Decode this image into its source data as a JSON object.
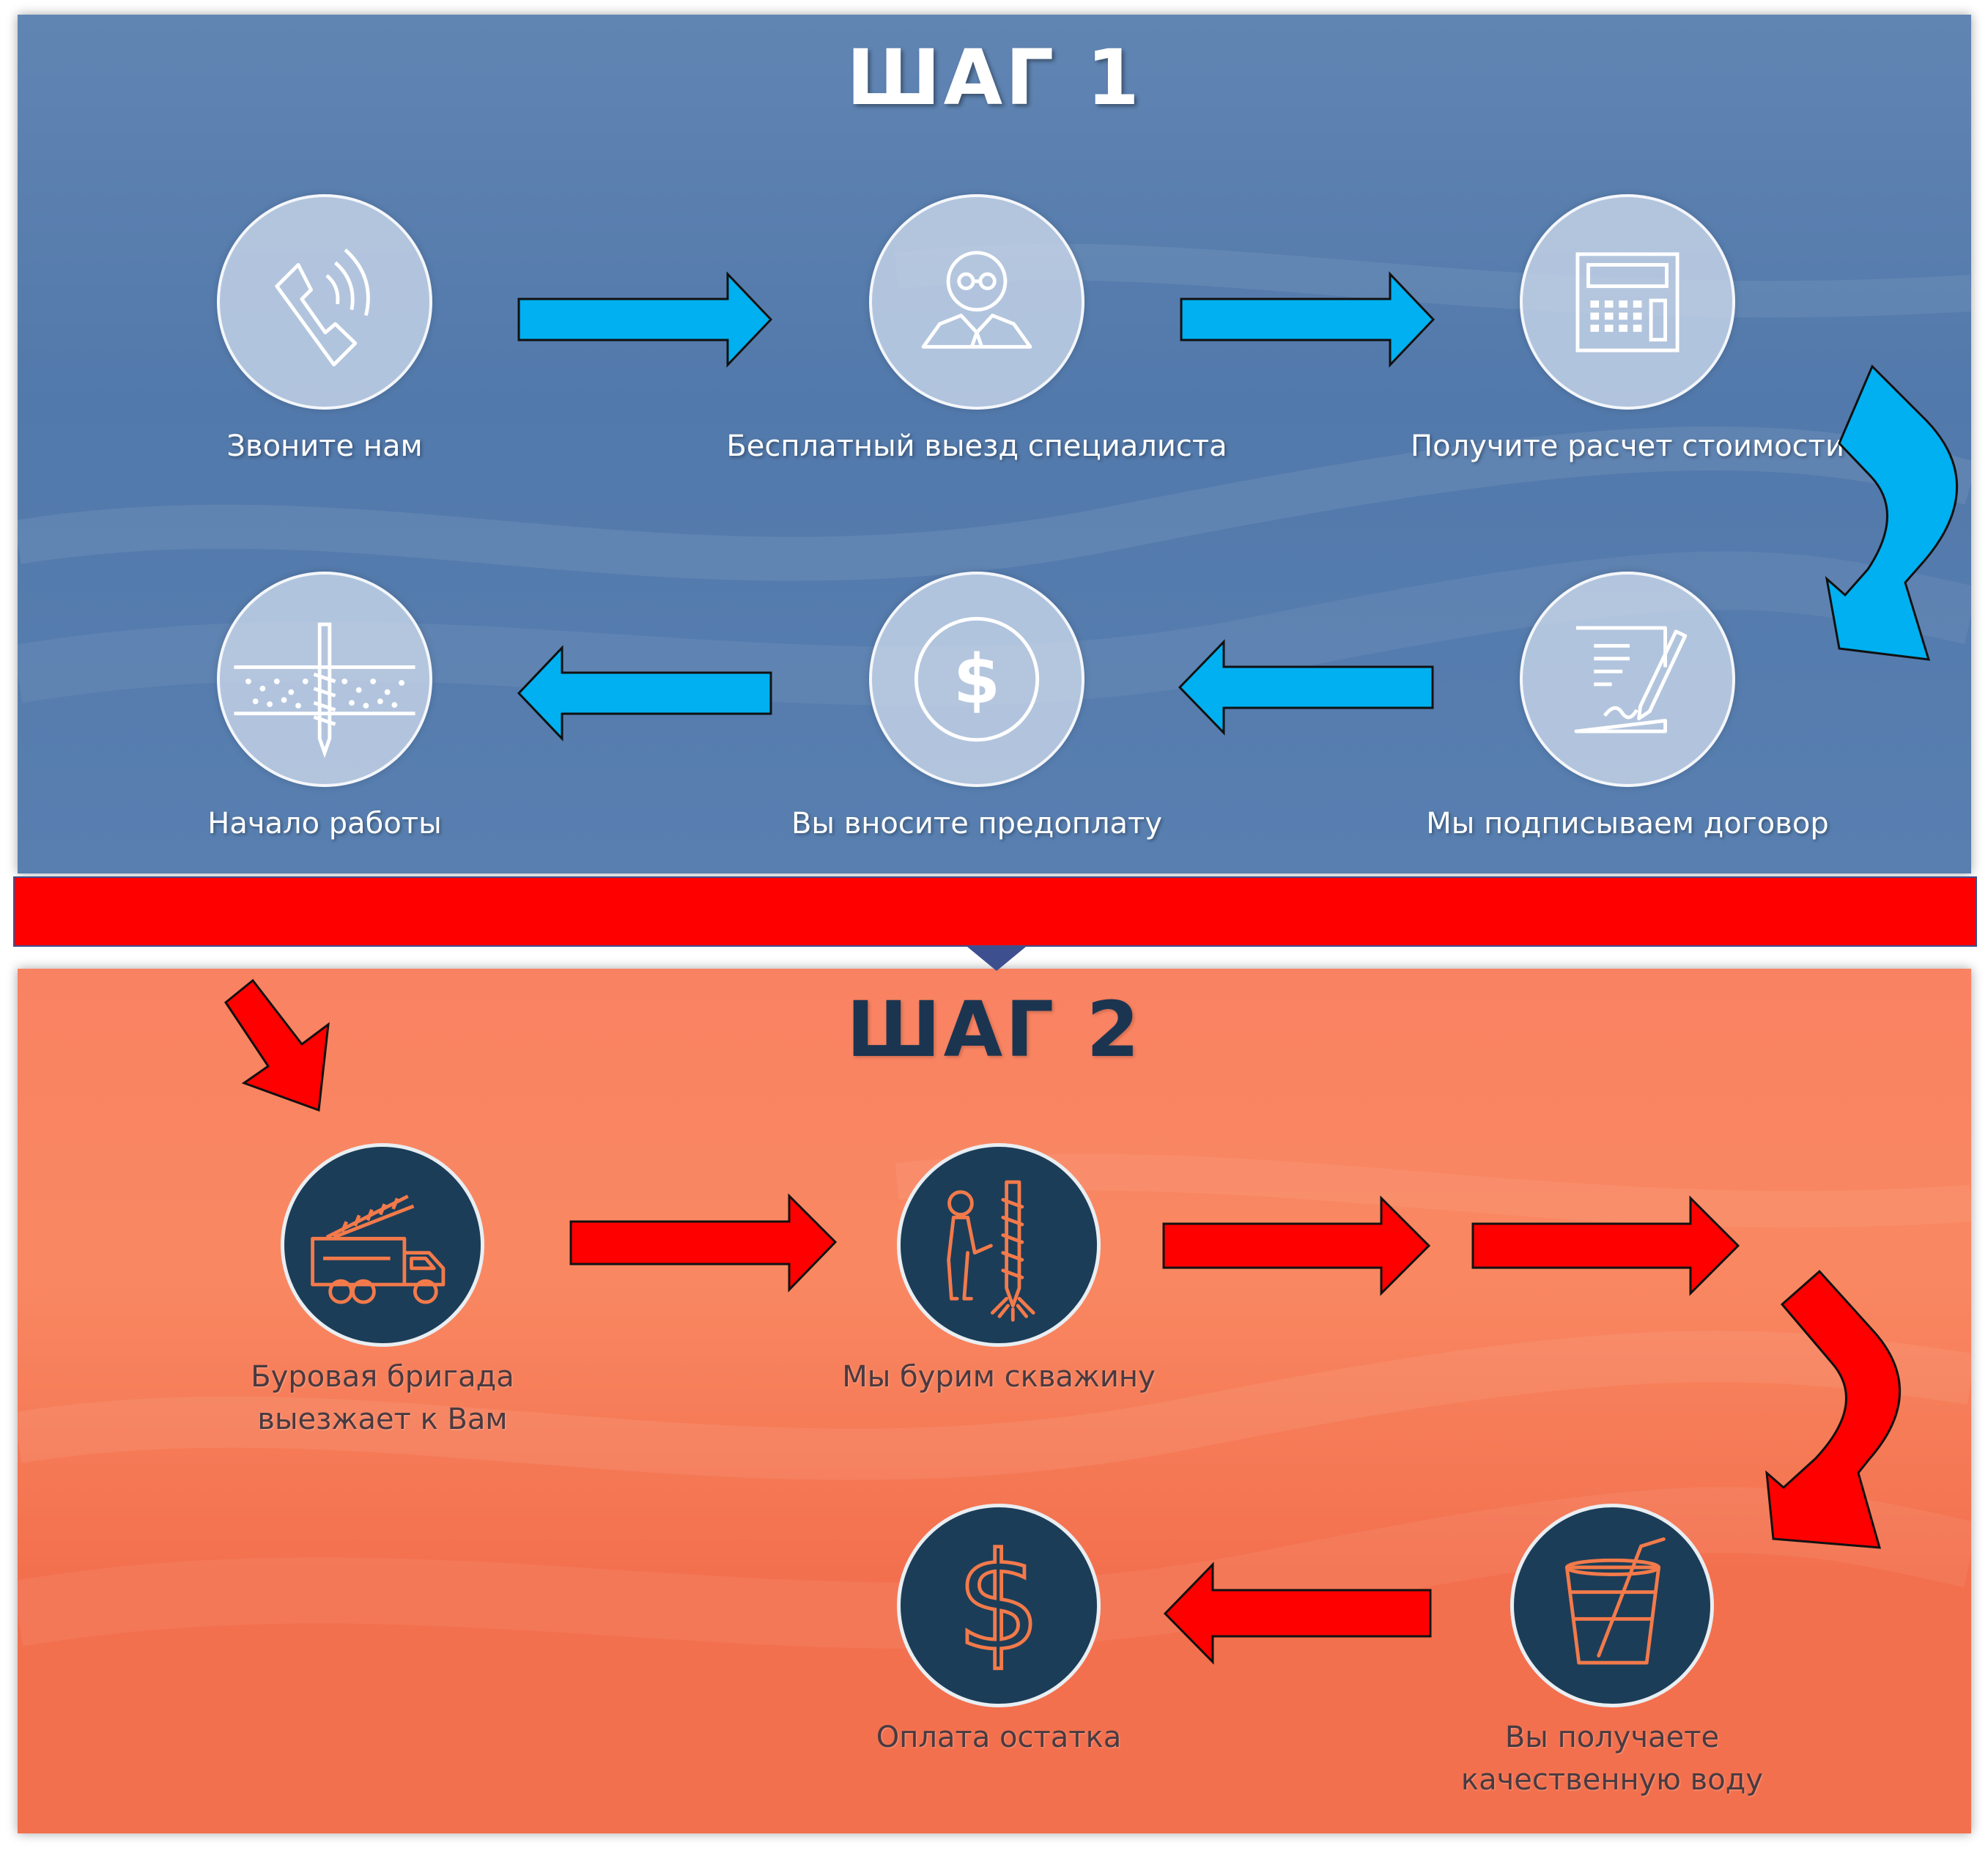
{
  "step1": {
    "title": "ШАГ 1",
    "items": [
      {
        "label": "Звоните нам",
        "icon": "phone-icon"
      },
      {
        "label": "Бесплатный выезд специалиста",
        "icon": "specialist-icon"
      },
      {
        "label": "Получите расчет стоимости",
        "icon": "calculator-icon"
      },
      {
        "label": "Мы подписываем договор",
        "icon": "contract-icon"
      },
      {
        "label": "Вы вносите предоплату",
        "icon": "dollar-coin-icon"
      },
      {
        "label": "Начало работы",
        "icon": "drill-ground-icon"
      }
    ]
  },
  "step2": {
    "title": "ШАГ 2",
    "items": [
      {
        "label_lines": [
          "Буровая бригада",
          "выезжает к Вам"
        ],
        "icon": "drilling-truck-icon"
      },
      {
        "label_lines": [
          "Мы бурим скважину"
        ],
        "icon": "worker-drill-icon"
      },
      {
        "label_lines": [
          "Вы получаете",
          "качественную воду"
        ],
        "icon": "glass-of-water-icon"
      },
      {
        "label_lines": [
          "Оплата остатка"
        ],
        "icon": "dollar-sign-icon"
      }
    ]
  },
  "colors": {
    "step1_background": "#5a7fb0",
    "step2_background": "#f67a58",
    "blue_arrow": "#00b0f0",
    "red_arrow": "#ff0000",
    "dark_circle": "#1c3d58",
    "icon_orange": "#f37a4a"
  }
}
